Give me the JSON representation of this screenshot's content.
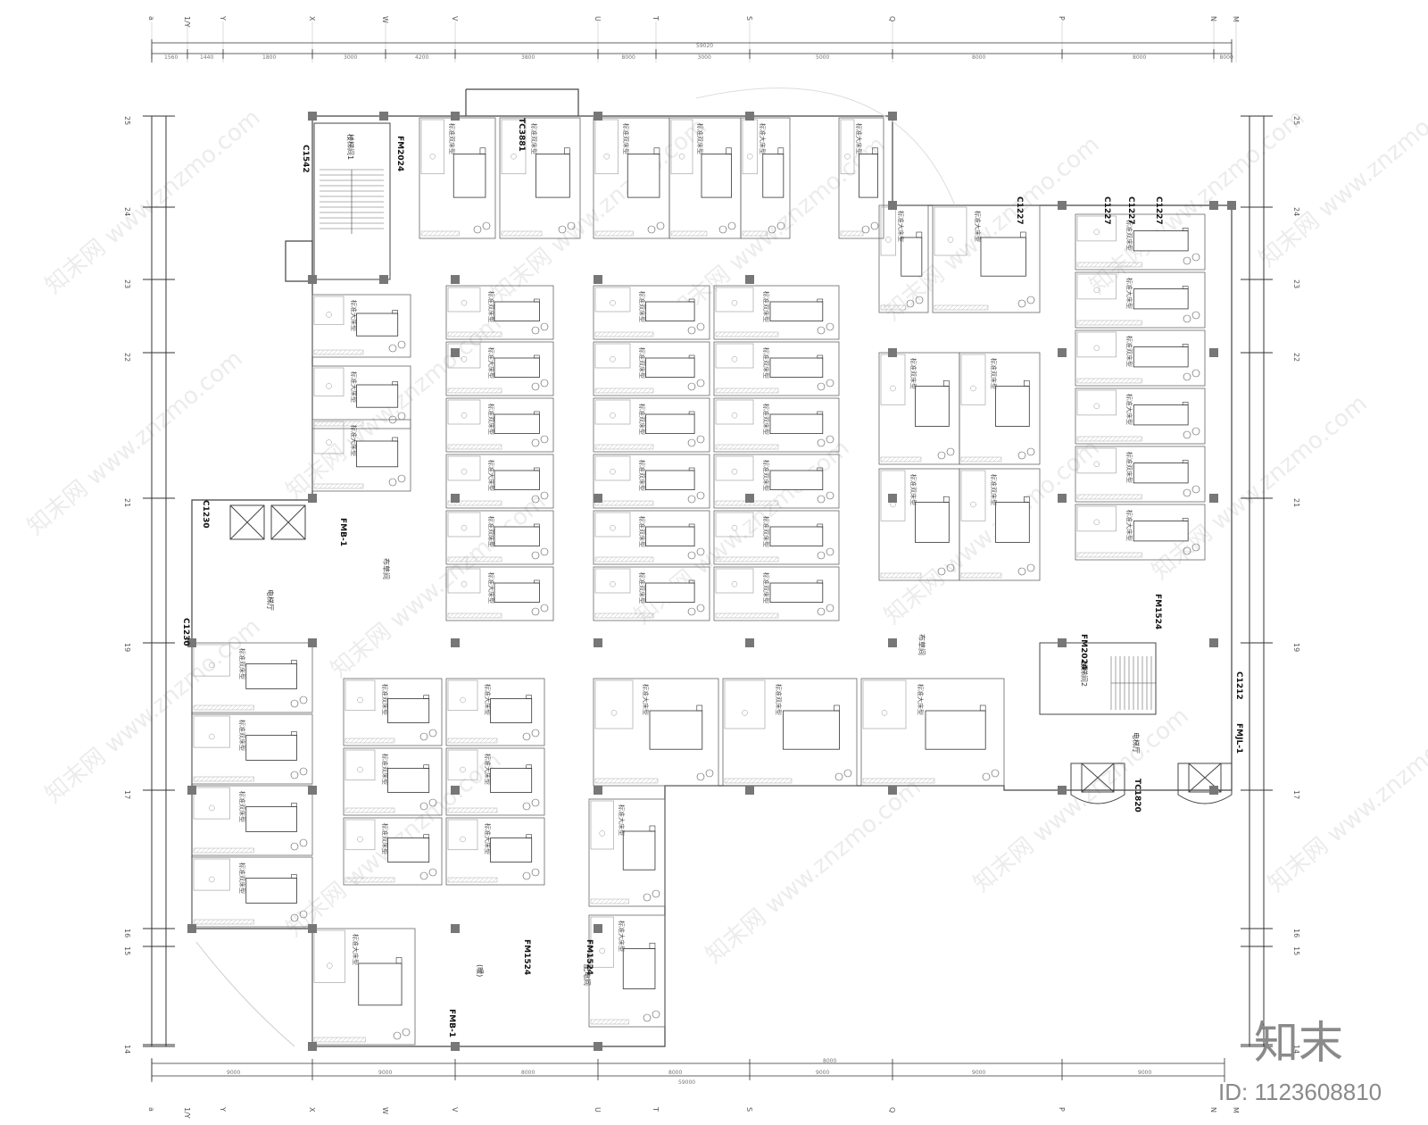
{
  "watermark": {
    "url": "www.znzmo.com",
    "cn": "知末网"
  },
  "brand": {
    "logo_text": "知末",
    "id_text": "ID: 1123608810"
  },
  "axes": {
    "top_letters": [
      "a",
      "1/Y",
      "Y",
      "X",
      "W",
      "V",
      "U",
      "T",
      "S",
      "Q",
      "P",
      "N",
      "M"
    ],
    "side_numbers": [
      "25",
      "24",
      "23",
      "22",
      "21",
      "19",
      "17",
      "16",
      "15",
      "14"
    ],
    "top_dims": [
      "1560",
      "1440",
      "1800",
      "3000",
      "4200",
      "3800",
      "8000",
      "3000",
      "5000",
      "8000",
      "8000",
      "8000"
    ],
    "top_total": "59020",
    "bottom_dims": [
      "9000",
      "9000",
      "8000",
      "8000",
      "9000",
      "9000",
      "9000"
    ],
    "bottom_total": "59000",
    "bottom_mid": "8000"
  },
  "tags": {
    "c1542": "C1542",
    "fm2024_a": "FM2024",
    "tc3881": "TC3881",
    "c1227_a": "C1227",
    "c1227_b": "C1227",
    "c1227_c": "C1227",
    "c1227_d": "C1227",
    "c1230_a": "C1230",
    "c1230_b": "C1230",
    "fmb1_a": "FMB-1",
    "fm1524_a": "FM1524",
    "fm2024_b": "FM2024",
    "c1212": "C1212",
    "fmjl1": "FMJL-1",
    "tc1820": "TC1820",
    "fm1524_b": "FM1524",
    "fm1524_c": "FM1524",
    "fmb1_b": "FMB-1"
  },
  "rooms": {
    "stair1": "楼梯间1",
    "stair2": "楼梯间2",
    "elevator_hall_1": "电梯厅",
    "elevator_hall_2": "电梯厅",
    "linen_1": "布草间",
    "linen_2": "布草间",
    "power_room": "配电间",
    "shaft": "(暖)",
    "twin": "标准双床型",
    "king": "标准大床型"
  }
}
